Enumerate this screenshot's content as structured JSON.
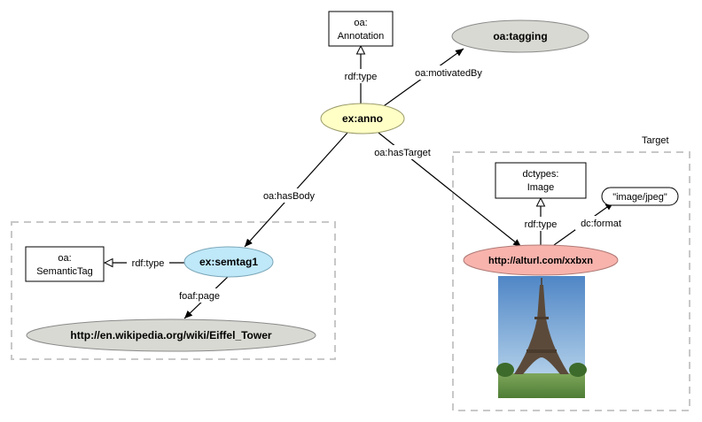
{
  "nodes": {
    "annotation_class": {
      "line1": "oa:",
      "line2": "Annotation"
    },
    "tagging": {
      "label": "oa:tagging",
      "color": "#d9d9d3"
    },
    "anno": {
      "label": "ex:anno",
      "color": "#ffffc6"
    },
    "dctypes_image": {
      "line1": "dctypes:",
      "line2": "Image"
    },
    "image_jpeg": {
      "label": "\"image/jpeg\""
    },
    "target_uri": {
      "label": "http://alturl.com/xxbxn",
      "color": "#f8b3ad"
    },
    "semantictag_class": {
      "line1": "oa:",
      "line2": "SemanticTag"
    },
    "semtag1": {
      "label": "ex:semtag1",
      "color": "#bfe8f8"
    },
    "wikipedia": {
      "label": "http://en.wikipedia.org/wiki/Eiffel_Tower",
      "color": "#d9d9d3"
    }
  },
  "groups": {
    "target": {
      "label": "Target"
    }
  },
  "edges": {
    "anno_type": "rdf:type",
    "motivated_by": "oa:motivatedBy",
    "has_target": "oa:hasTarget",
    "has_body": "oa:hasBody",
    "image_type": "rdf:type",
    "dc_format": "dc:format",
    "semtag_type": "rdf:type",
    "foaf_page": "foaf:page"
  },
  "image": {
    "description": "eiffel-tower-photo"
  }
}
